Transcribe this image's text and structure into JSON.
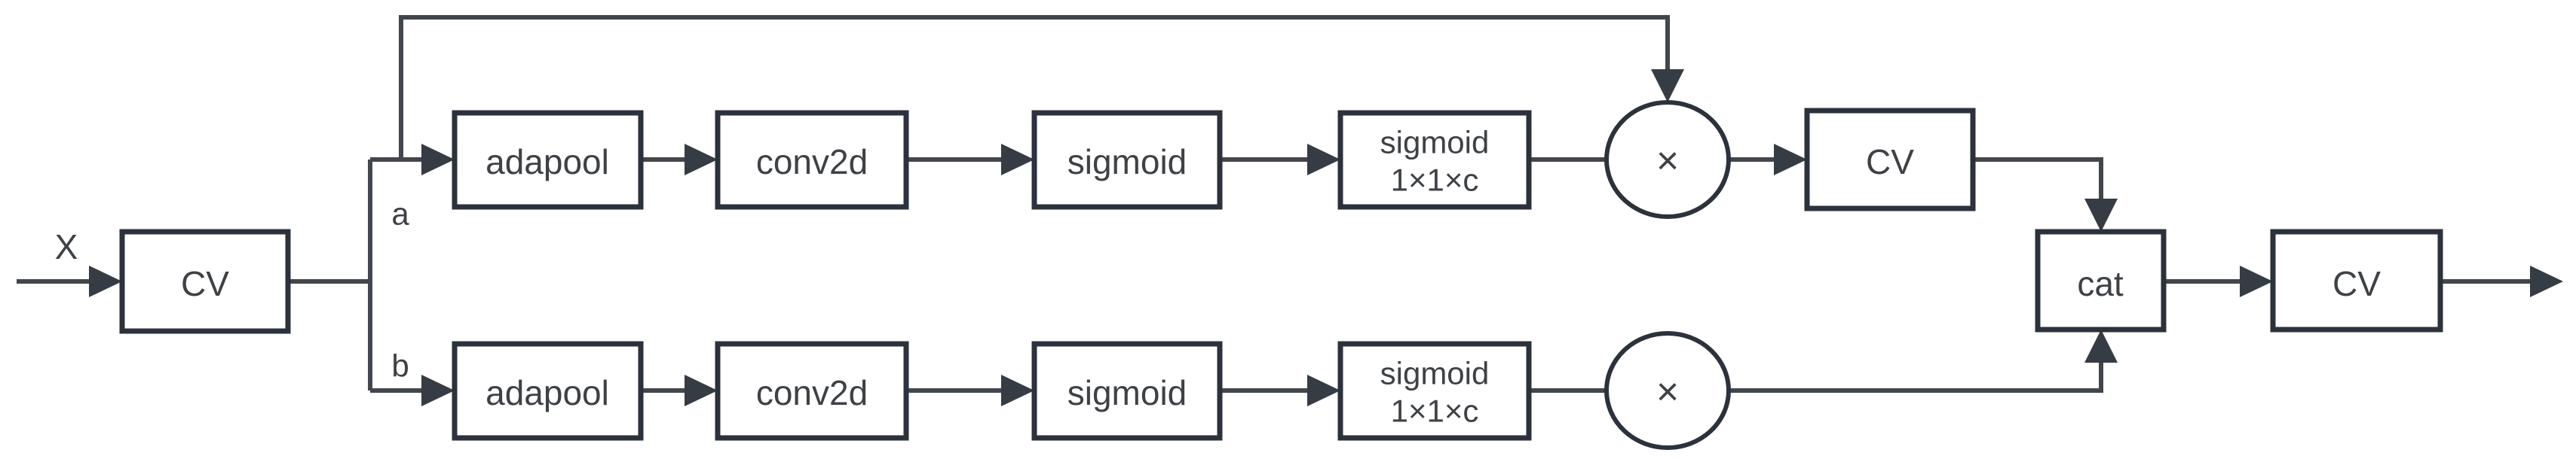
{
  "figure": {
    "background": "#ffffff",
    "colors": {
      "box_border": "#2b323c",
      "connector": "#42474d",
      "arrow": "#363c44",
      "text": "#3e4145"
    },
    "input_label": "X",
    "branch_a_label": "a",
    "branch_b_label": "b",
    "nodes": {
      "cv_in": {
        "label": "CV"
      },
      "adapool_a": {
        "label": "adapool"
      },
      "conv2d_a": {
        "label": "conv2d"
      },
      "sigmoid_a": {
        "label": "sigmoid"
      },
      "sigmoid_reshape_a": {
        "line1": "sigmoid",
        "line2": "1×1×c"
      },
      "multiply_a": {
        "label": "×"
      },
      "cv_a": {
        "label": "CV"
      },
      "adapool_b": {
        "label": "adapool"
      },
      "conv2d_b": {
        "label": "conv2d"
      },
      "sigmoid_b": {
        "label": "sigmoid"
      },
      "sigmoid_reshape_b": {
        "line1": "sigmoid",
        "line2": "1×1×c"
      },
      "multiply_b": {
        "label": "×"
      },
      "concat": {
        "label": "cat"
      },
      "cv_out": {
        "label": "CV"
      }
    }
  }
}
